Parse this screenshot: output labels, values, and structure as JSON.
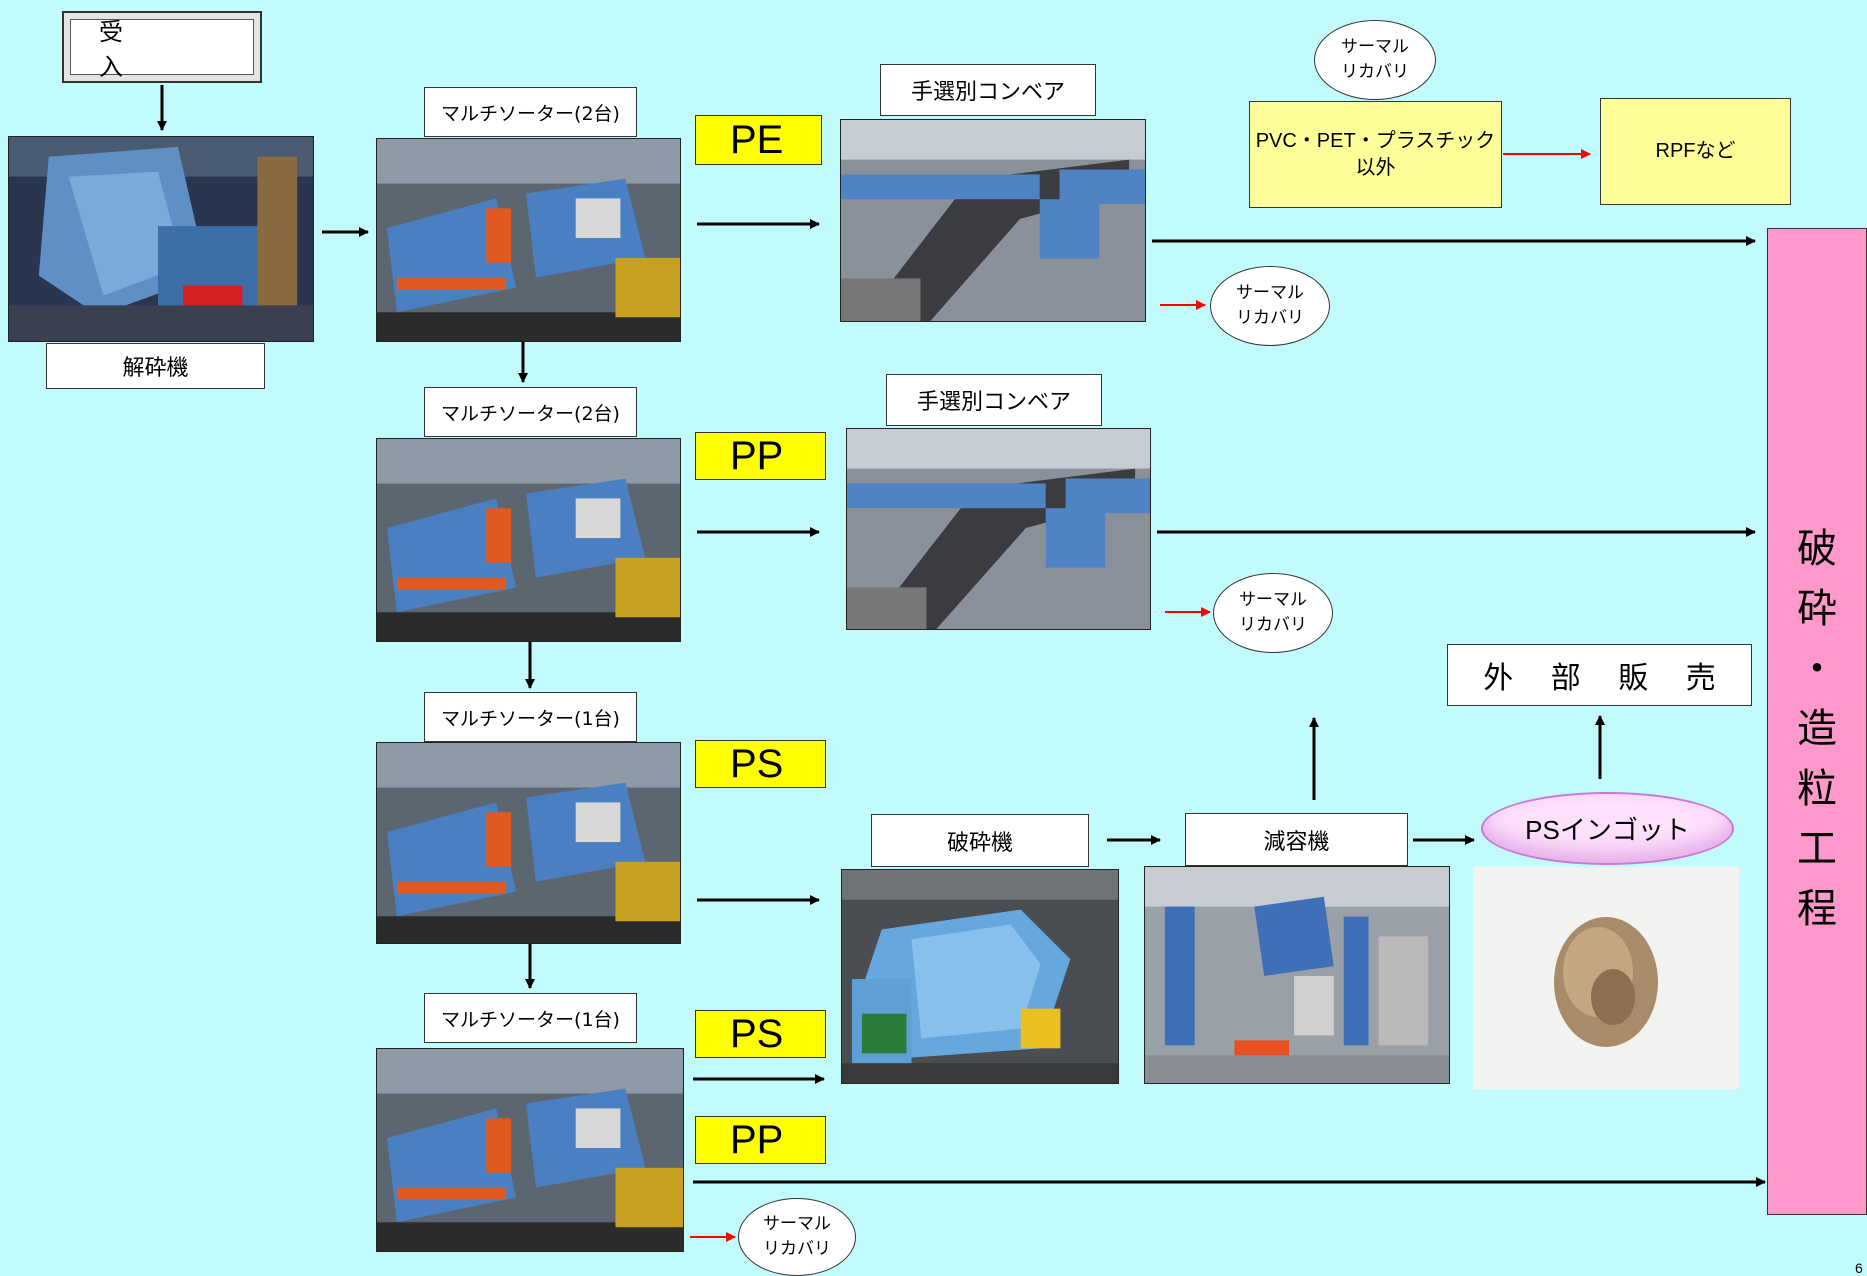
{
  "receive": "受　入",
  "crusher_label": "解砕機",
  "sorters": [
    {
      "label": "マルチソーター(2台)",
      "material": "PE"
    },
    {
      "label": "マルチソーター(2台)",
      "material": "PP"
    },
    {
      "label": "マルチソーター(1台)",
      "material": "PS"
    },
    {
      "label": "マルチソーター(1台)",
      "materials": [
        "PS",
        "PP"
      ]
    }
  ],
  "hand_sort_label": "手選別コンベア",
  "thermal_recovery": "サーマル\nリカバリ",
  "pvc_box": "PVC・PET・プラスチック\n以外",
  "rpf_box": "RPFなど",
  "shredder_label": "破砕機",
  "volume_reducer_label": "減容機",
  "ingot_label": "PSインゴット",
  "external_sales": "外 部 販 売",
  "final_process": "破\n砕\n・\n造\n粒\n工\n程",
  "page_number": "6",
  "colors": {
    "background": "#c2fbfc",
    "yellow": "#ffff00",
    "light_yellow": "#ffff99",
    "pink": "#ff99cc",
    "arrow": "#000000",
    "red_arrow": "#ff0000"
  }
}
